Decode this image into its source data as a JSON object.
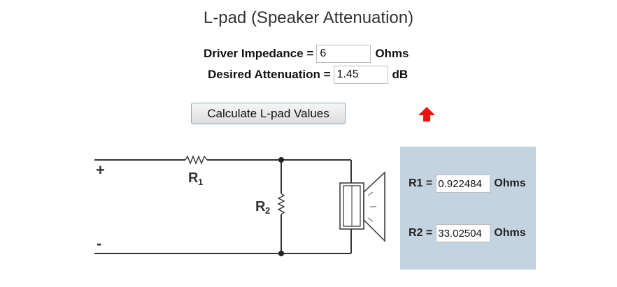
{
  "page": {
    "title": "L-pad (Speaker Attenuation)"
  },
  "inputs": {
    "impedance": {
      "label": "Driver Impedance =",
      "value": "6",
      "unit": "Ohms"
    },
    "attenuation": {
      "label": "Desired Attenuation =",
      "value": "1.45",
      "unit": "dB"
    }
  },
  "calculate_button": {
    "label": "Calculate L-pad Values"
  },
  "icons": {
    "up_arrow": "red-up-arrow-icon",
    "up_arrow_color": "#e8140d"
  },
  "circuit": {
    "plus": "+",
    "minus": "-",
    "r1_letter": "R",
    "r1_sub": "1",
    "r2_letter": "R",
    "r2_sub": "2"
  },
  "results": {
    "background": "#c3d3df",
    "r1": {
      "label": "R1 =",
      "value": "0.922484",
      "unit": "Ohms"
    },
    "r2": {
      "label": "R2 =",
      "value": "33.02504",
      "unit": "Ohms"
    }
  }
}
